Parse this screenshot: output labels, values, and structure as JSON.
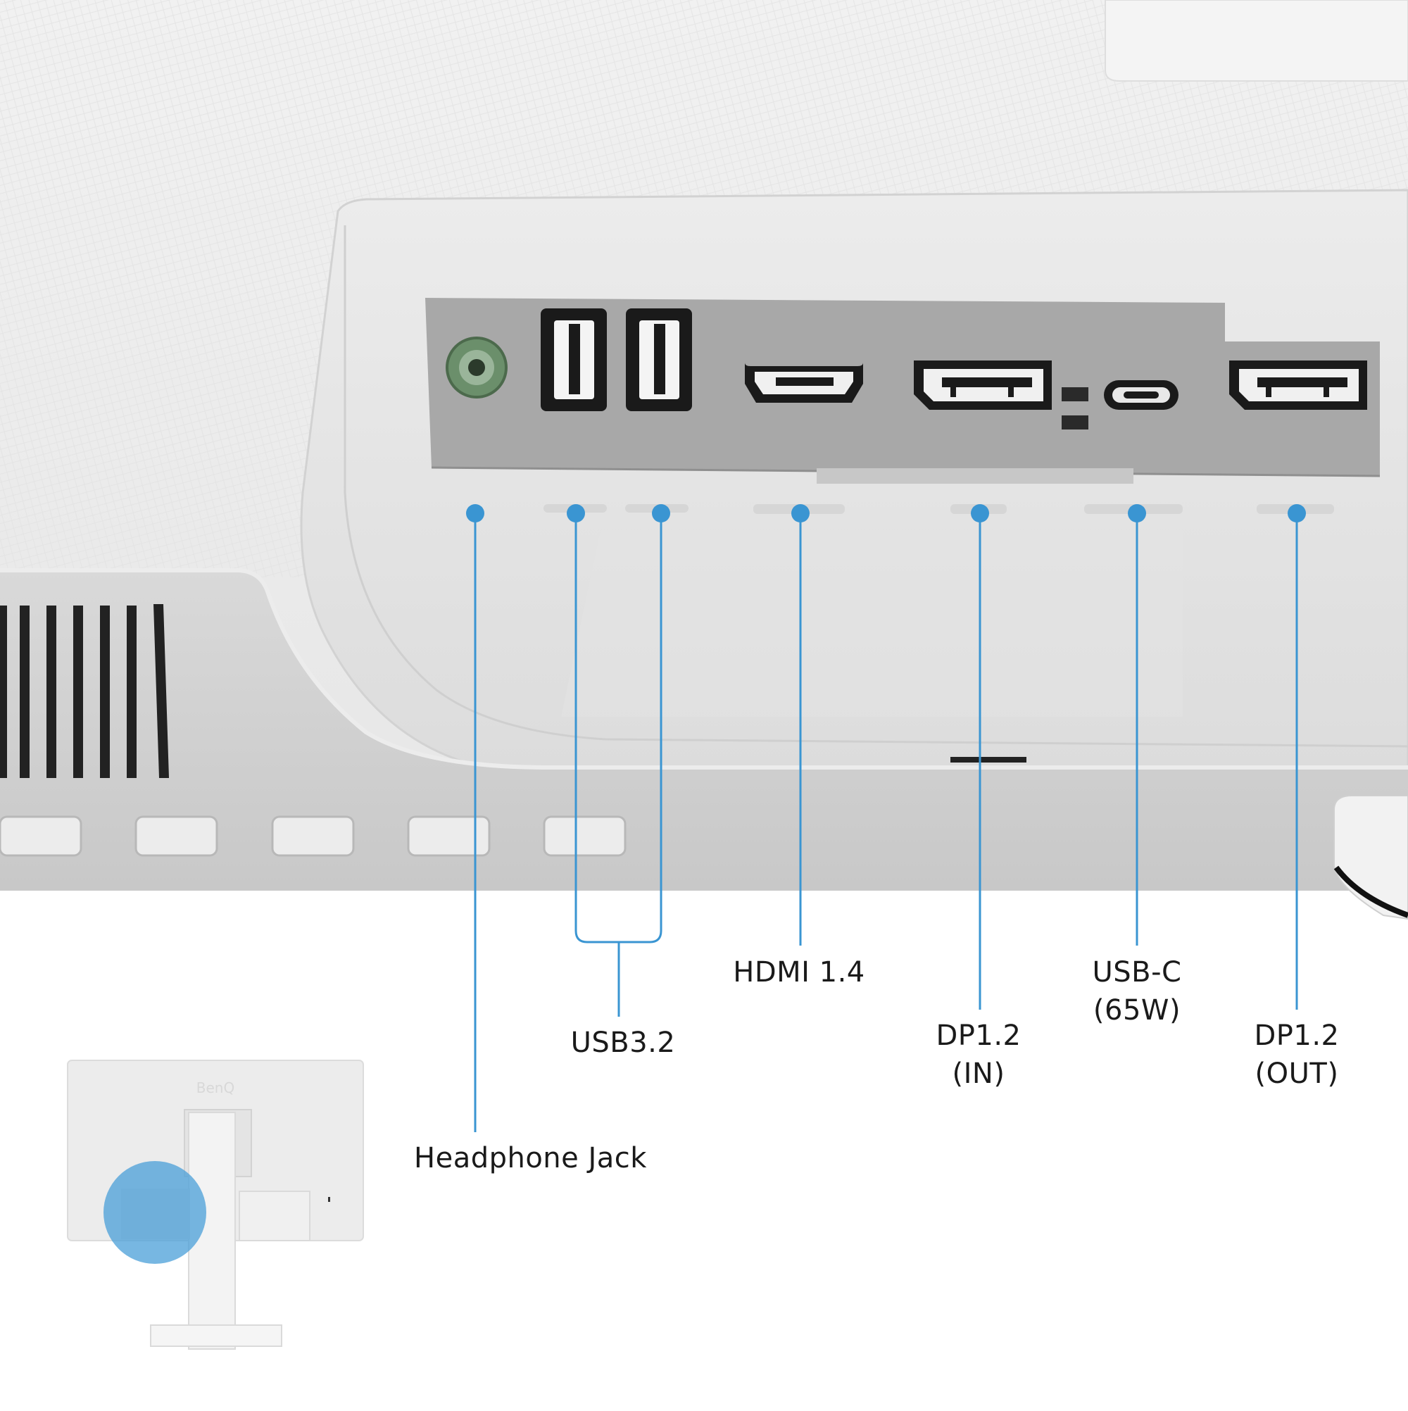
{
  "diagram": {
    "accent_color": "#3a95d2",
    "product_brand": "BenQ",
    "port_labels": {
      "headphone": "Headphone Jack",
      "usb": "USB3.2",
      "hdmi": "HDMI 1.4",
      "dp_in_line1": "DP1.2",
      "dp_in_line2": "(IN)",
      "usbc_line1": "USB-C",
      "usbc_line2": "(65W)",
      "dp_out_line1": "DP1.2",
      "dp_out_line2": "(OUT)"
    },
    "ports": [
      {
        "name": "headphone-jack",
        "icon": "headphone-port-icon"
      },
      {
        "name": "usb-a-1",
        "icon": "usb-a-port-icon"
      },
      {
        "name": "usb-a-2",
        "icon": "usb-a-port-icon"
      },
      {
        "name": "hdmi",
        "icon": "hdmi-port-icon"
      },
      {
        "name": "displayport-in",
        "icon": "displayport-port-icon"
      },
      {
        "name": "usb-c",
        "icon": "usb-c-port-icon"
      },
      {
        "name": "displayport-out",
        "icon": "displayport-port-icon"
      }
    ],
    "thumbnail": {
      "description_icon": "monitor-back-thumbnail",
      "highlight_color": "#4a9fd8"
    }
  }
}
